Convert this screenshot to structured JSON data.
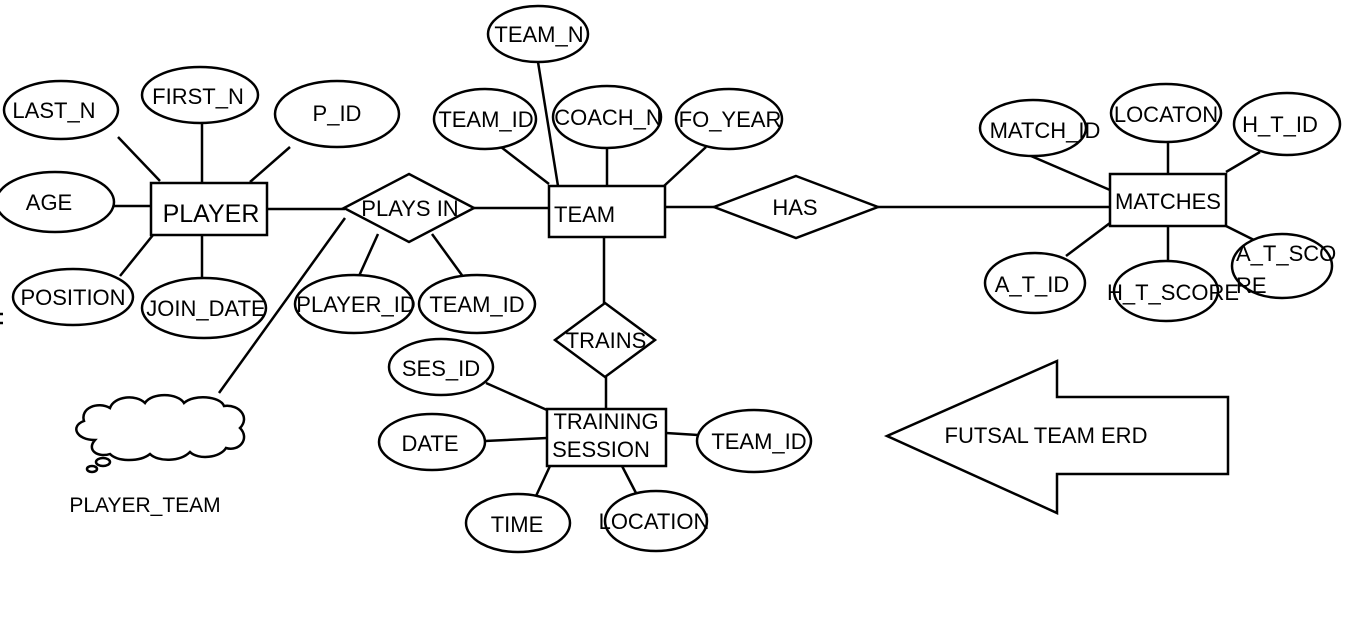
{
  "diagram": {
    "title": "FUTSAL TEAM ERD",
    "entities": {
      "player": "PLAYER",
      "team": "TEAM",
      "matches": "MATCHES",
      "training_session_line1": "TRAINING",
      "training_session_line2": "SESSION"
    },
    "relationships": {
      "plays_in": "PLAYS IN",
      "has": "HAS",
      "trains": "TRAINS"
    },
    "attributes": {
      "player": {
        "last_n": "LAST_N",
        "first_n": "FIRST_N",
        "p_id": "P_ID",
        "age": "AGE",
        "position": "POSITION",
        "join_date": "JOIN_DATE"
      },
      "plays_in": {
        "player_id": "PLAYER_ID",
        "team_id": "TEAM_ID"
      },
      "team": {
        "team_n": "TEAM_N",
        "team_id": "TEAM_ID",
        "coach_n": "COACH_N",
        "fo_year": "FO_YEAR"
      },
      "matches": {
        "match_id": "MATCH_ID",
        "locaton": "LOCATON",
        "h_t_id": "H_T_ID",
        "a_t_id": "A_T_ID",
        "h_t_score": "H_T_SCORE",
        "a_t_score_line1": "A_T_SCO",
        "a_t_score_line2": "RE"
      },
      "training_session": {
        "ses_id": "SES_ID",
        "date": "DATE",
        "team_id": "TEAM_ID",
        "time": "TIME",
        "location": "LOCATION"
      }
    },
    "annotation": "PLAYER_TEAM"
  }
}
